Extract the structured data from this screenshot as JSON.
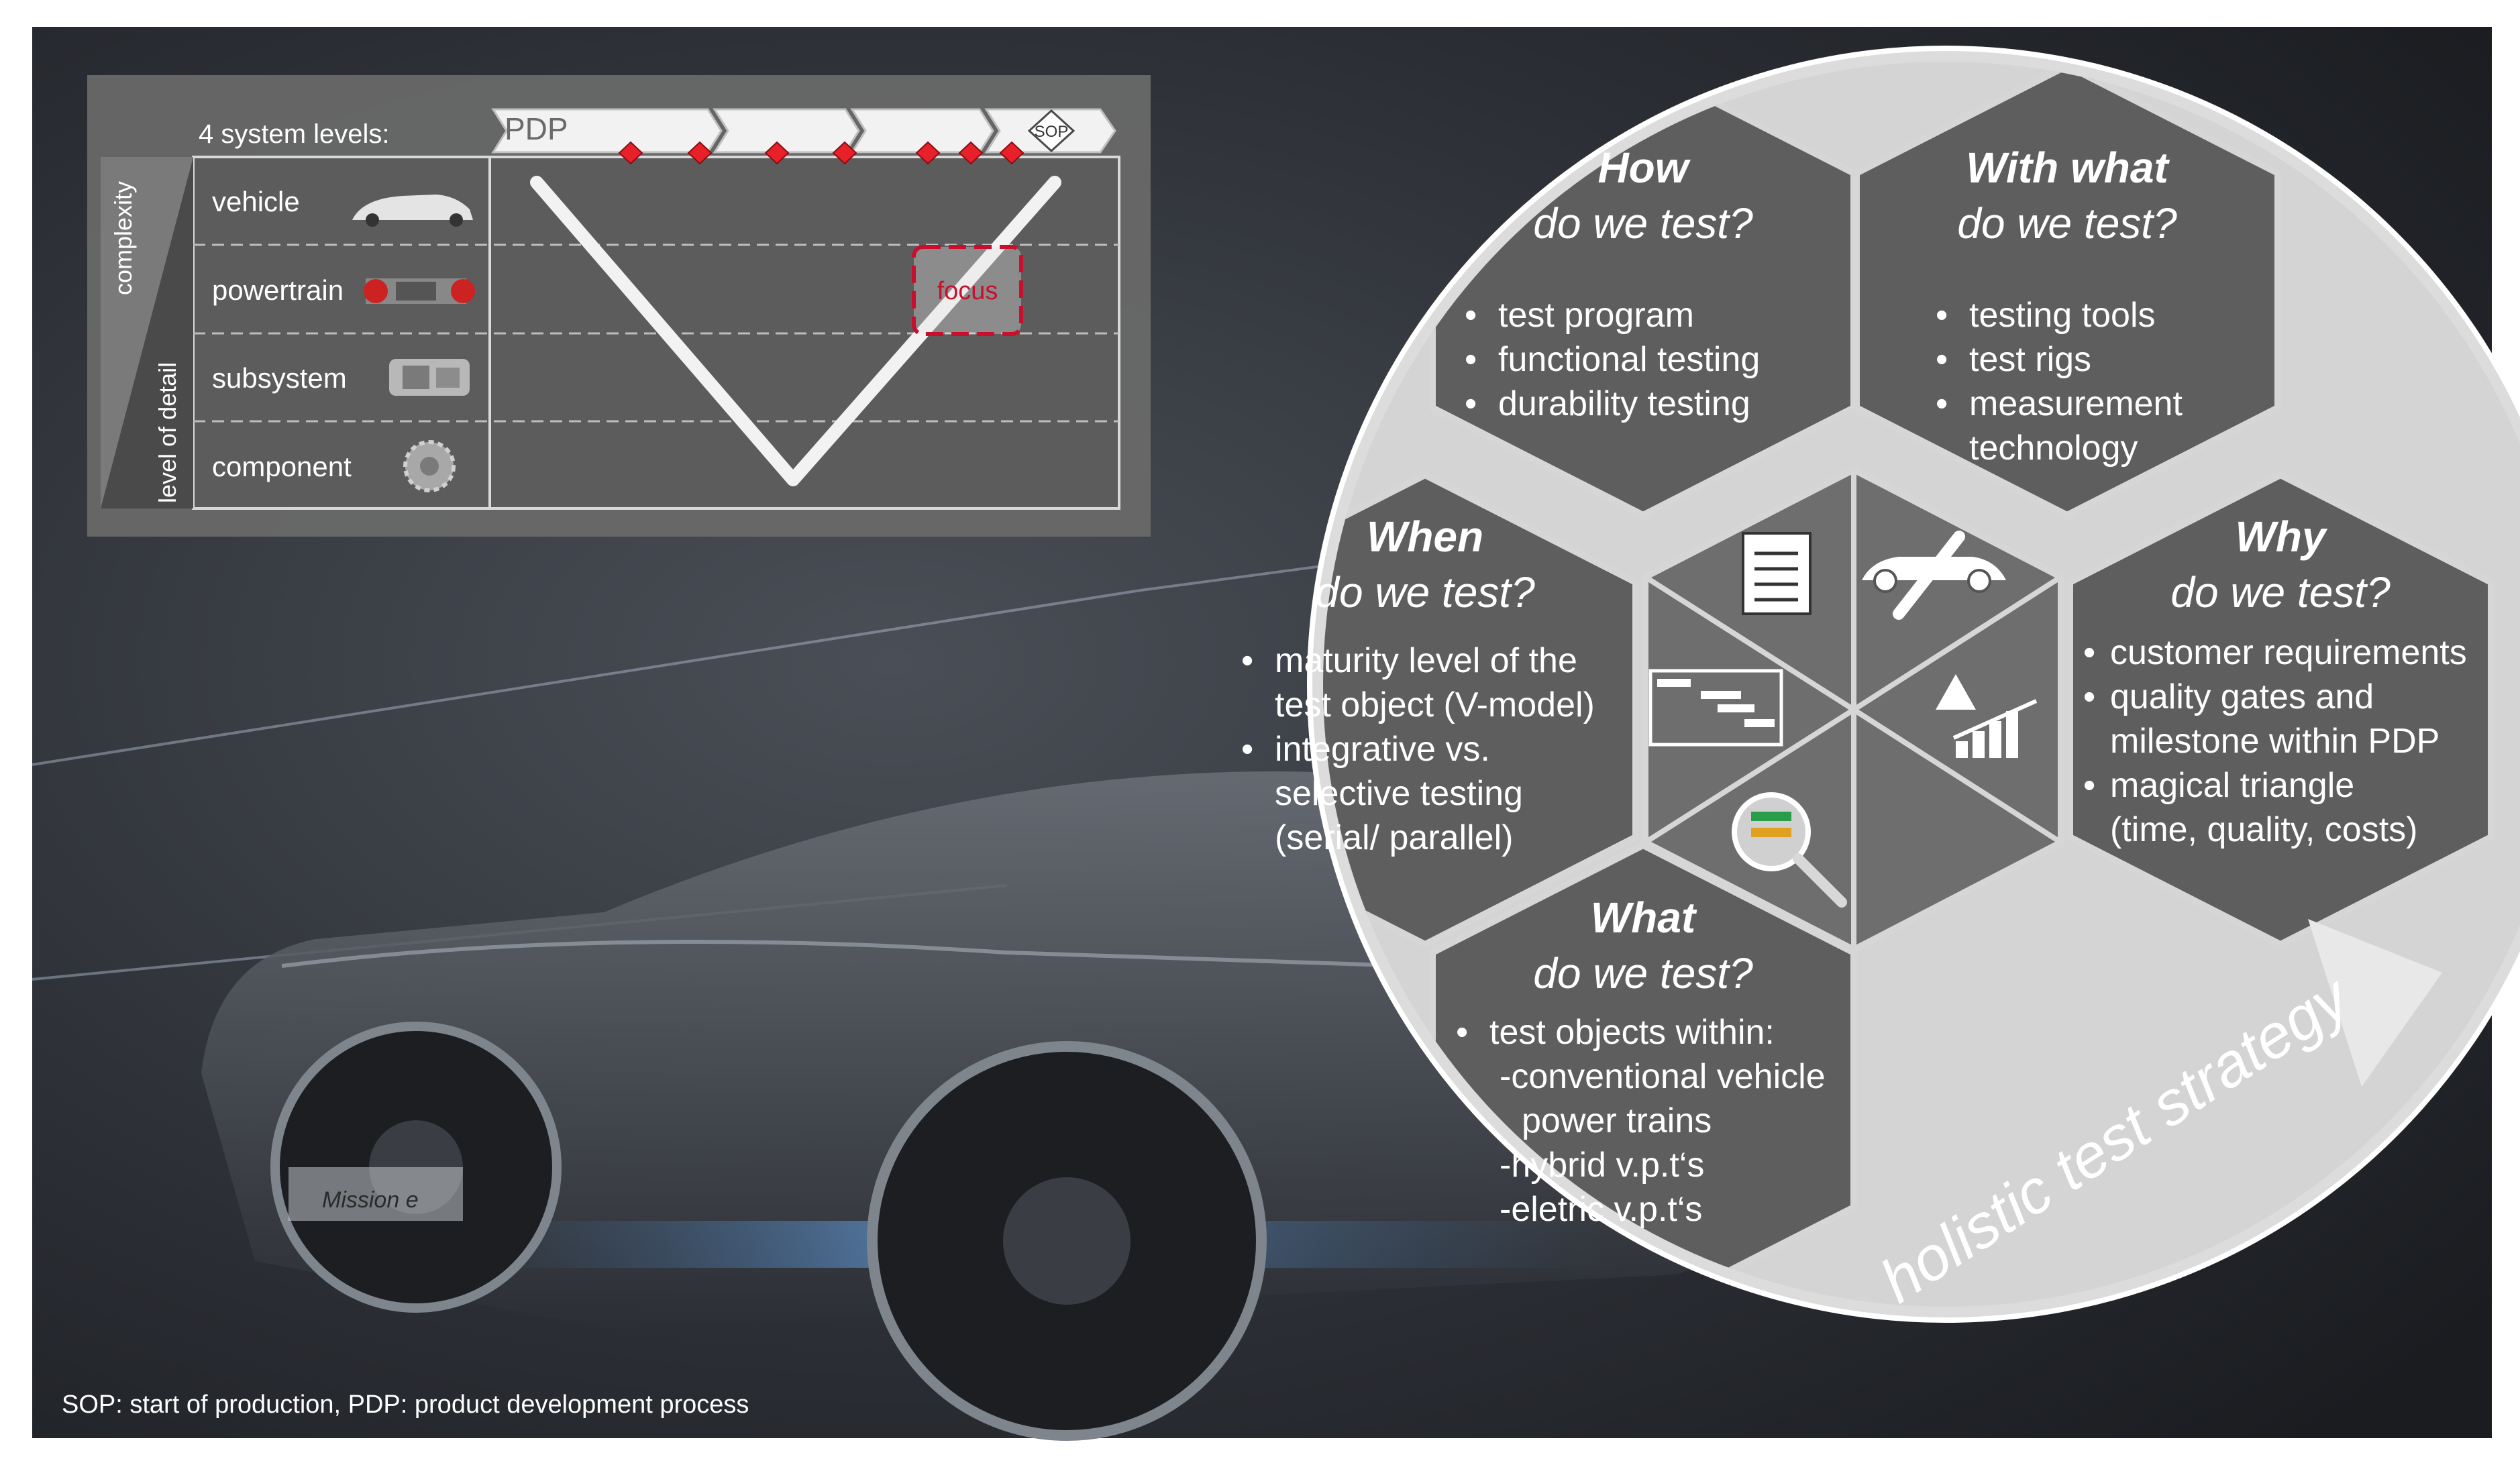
{
  "vmodel": {
    "header_label": "4 system levels:",
    "pdp_label": "PDP",
    "sop_label": "SOP",
    "side_label_top": "complexity",
    "side_label_bottom": "level of detail",
    "levels": [
      "vehicle",
      "powertrain",
      "subsystem",
      "component"
    ],
    "focus_label": "focus"
  },
  "hexes": {
    "how": {
      "title": "How",
      "subtitle": "do we test?",
      "bullets": [
        "test program",
        "functional testing",
        "durability testing"
      ]
    },
    "with_what": {
      "title": "With what",
      "subtitle": "do we test?",
      "bullets": [
        "testing tools",
        "test rigs",
        "measurement",
        "technology"
      ]
    },
    "when": {
      "title": "When",
      "subtitle": "do we test?",
      "bullets": [
        "maturity level of the",
        "test object (V-model)",
        "integrative vs.",
        "selective testing",
        "(serial/  parallel)"
      ]
    },
    "why": {
      "title": "Why",
      "subtitle": "do we test?",
      "bullets": [
        "customer requirements",
        "quality gates and",
        "milestone within  PDP",
        "magical triangle",
        "(time, quality, costs)"
      ]
    },
    "what": {
      "title": "What",
      "subtitle": "do we test?",
      "bullets": [
        "test objects within:",
        "-conventional vehicle",
        "power trains",
        "-hybrid v.p.t‘s",
        "-eletric v.p.t‘s"
      ]
    }
  },
  "ring_label": "holistic test strategy",
  "car_badge": "Mission e",
  "footnote": "SOP: start of production, PDP: product development process",
  "colors": {
    "background_dark": "#23262b",
    "hex_fill": "#5e5e5e",
    "ring_light": "#d6d6d6",
    "milestone_red": "#e8202a",
    "focus_red": "#c8102e",
    "panel_gray": "#6a6a6a"
  }
}
